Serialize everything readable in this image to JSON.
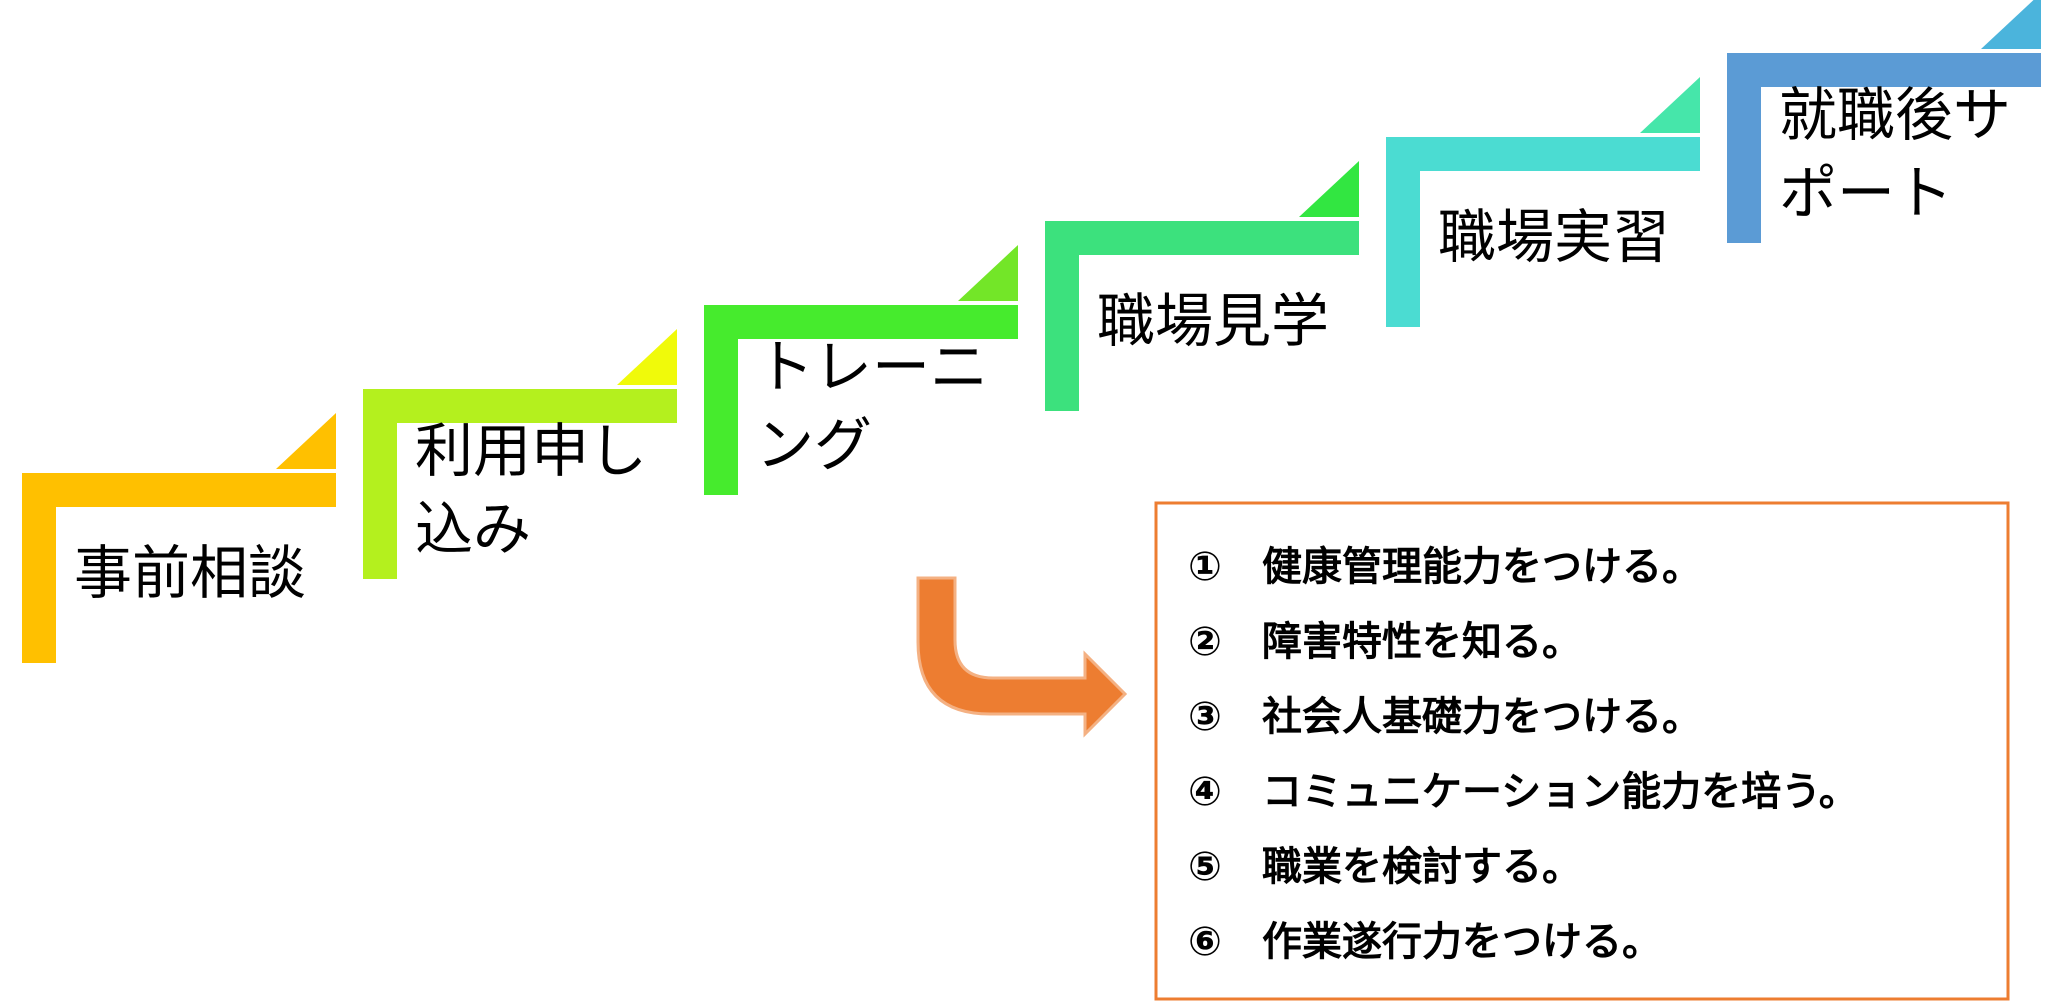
{
  "steps": [
    {
      "lines": [
        "事前相談"
      ],
      "color": "#FFC000",
      "accent": "#FFC000"
    },
    {
      "lines": [
        "利用申し",
        "込み"
      ],
      "color": "#B4F01E",
      "accent": "#F0FA0A"
    },
    {
      "lines": [
        "トレーニ",
        "ング"
      ],
      "color": "#46EB2D",
      "accent": "#73E628"
    },
    {
      "lines": [
        "職場見学"
      ],
      "color": "#3CE17D",
      "accent": "#32E641"
    },
    {
      "lines": [
        "職場実習"
      ],
      "color": "#4BDCD2",
      "accent": "#46E6AA"
    },
    {
      "lines": [
        "就職後サ",
        "ポート"
      ],
      "color": "#5B9BD5",
      "accent": "#4BB4DC"
    }
  ],
  "arrow_color": "#ED7D31",
  "box_border_color": "#ED7D31",
  "goals": [
    {
      "num": "①",
      "text": "健康管理能力をつける。"
    },
    {
      "num": "②",
      "text": "障害特性を知る。"
    },
    {
      "num": "③",
      "text": "社会人基礎力をつける。"
    },
    {
      "num": "④",
      "text": "コミュニケーション能力を培う。"
    },
    {
      "num": "⑤",
      "text": "職業を検討する。"
    },
    {
      "num": "⑥",
      "text": "作業遂行力をつける。"
    }
  ]
}
